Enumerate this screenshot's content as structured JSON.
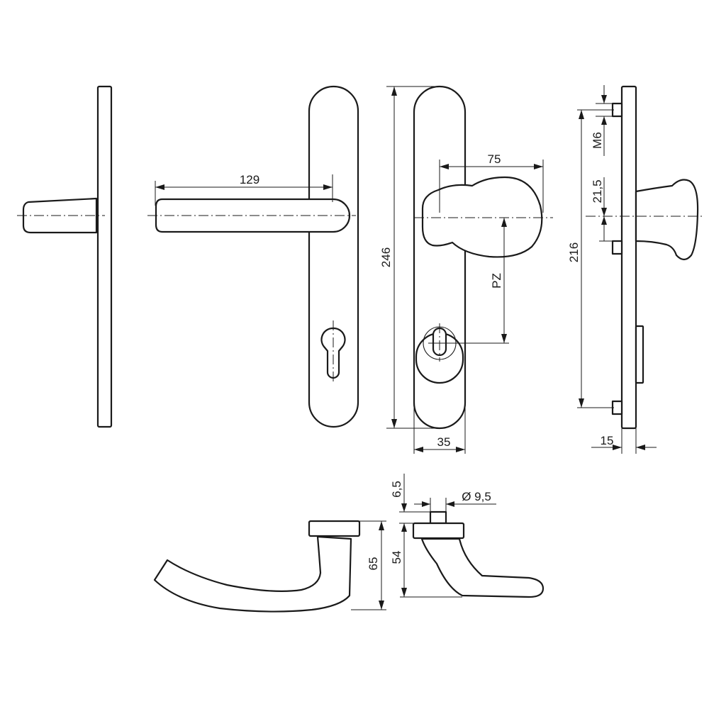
{
  "dimensions": {
    "lever_length": "129",
    "plate_height": "246",
    "knob_width": "75",
    "pz": "PZ",
    "plate_width": "35",
    "thread": "M6",
    "knob_offset": "21,5",
    "screw_spacing": "216",
    "plate_thickness": "15",
    "stud_height": "6,5",
    "stud_diameter": "Ø 9,5",
    "lever_projection": "65",
    "knob_projection": "54"
  }
}
